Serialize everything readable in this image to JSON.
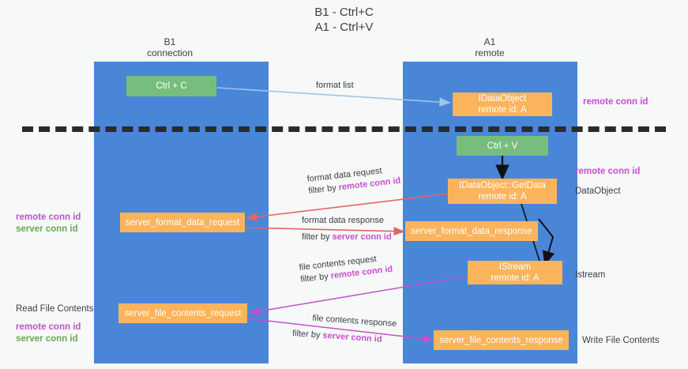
{
  "title": {
    "line1": "B1 - Ctrl+C",
    "line2": "A1 - Ctrl+V"
  },
  "columns": [
    {
      "name": "B1",
      "role": "connection"
    },
    {
      "name": "A1",
      "role": "remote"
    }
  ],
  "colors": {
    "lane": "#4a86d8",
    "green_node": "#77bd7d",
    "orange_node": "#fbb45c",
    "remote_conn_id": "#c44fd0",
    "server_conn_id": "#6aa84f",
    "divider": "#2b2b2b",
    "arrow_format_list": "#9fc5e8",
    "arrow_ctrlv": "#000000",
    "arrow_format_data": "#e06666",
    "arrow_file_contents": "#c44fd0",
    "background": "#f7f8f8"
  },
  "nodes": {
    "ctrl_c": {
      "line1": "Ctrl + C",
      "line2": ""
    },
    "idataobject": {
      "line1": "IDataObject",
      "line2": "remote id: A"
    },
    "ctrl_v": {
      "line1": "Ctrl + V",
      "line2": ""
    },
    "getdata": {
      "line1": "IDataObject::GetData",
      "line2": "remote id: A"
    },
    "format_data_request": {
      "line1": "server_format_data_request",
      "line2": ""
    },
    "format_data_response": {
      "line1": "server_format_data_response",
      "line2": ""
    },
    "istream": {
      "line1": "IStream",
      "line2": "remote id: A"
    },
    "file_contents_request": {
      "line1": "server_file_contents_request",
      "line2": ""
    },
    "file_contents_response": {
      "line1": "server_file_contents_response",
      "line2": ""
    }
  },
  "edges": {
    "format_list": {
      "line1": "format list",
      "line2": "",
      "filter_prefix": "",
      "filter_key": ""
    },
    "format_data_request": {
      "line1": "format data request",
      "filter_prefix": "filter by ",
      "filter_key": "remote conn id"
    },
    "format_data_response": {
      "line1": "format data response",
      "filter_prefix": "filter by ",
      "filter_key": "server conn id"
    },
    "file_contents_request": {
      "line1": "file contents request",
      "filter_prefix": "filter by ",
      "filter_key": "remote conn id"
    },
    "file_contents_response": {
      "line1": "file contents response",
      "filter_prefix": "filter by ",
      "filter_key": "server conn id"
    }
  },
  "annotations": {
    "right_top_remote": "remote conn id",
    "right_mid_remote": "remote conn id",
    "dataobject": "DataObject",
    "istream": "Istream",
    "write_file_contents": "Write File Contents",
    "left_mid": {
      "remote": "remote conn id",
      "server": "server conn id"
    },
    "left_bottom": {
      "caption": "Read File Contents",
      "remote": "remote conn id",
      "server": "server conn id"
    }
  }
}
